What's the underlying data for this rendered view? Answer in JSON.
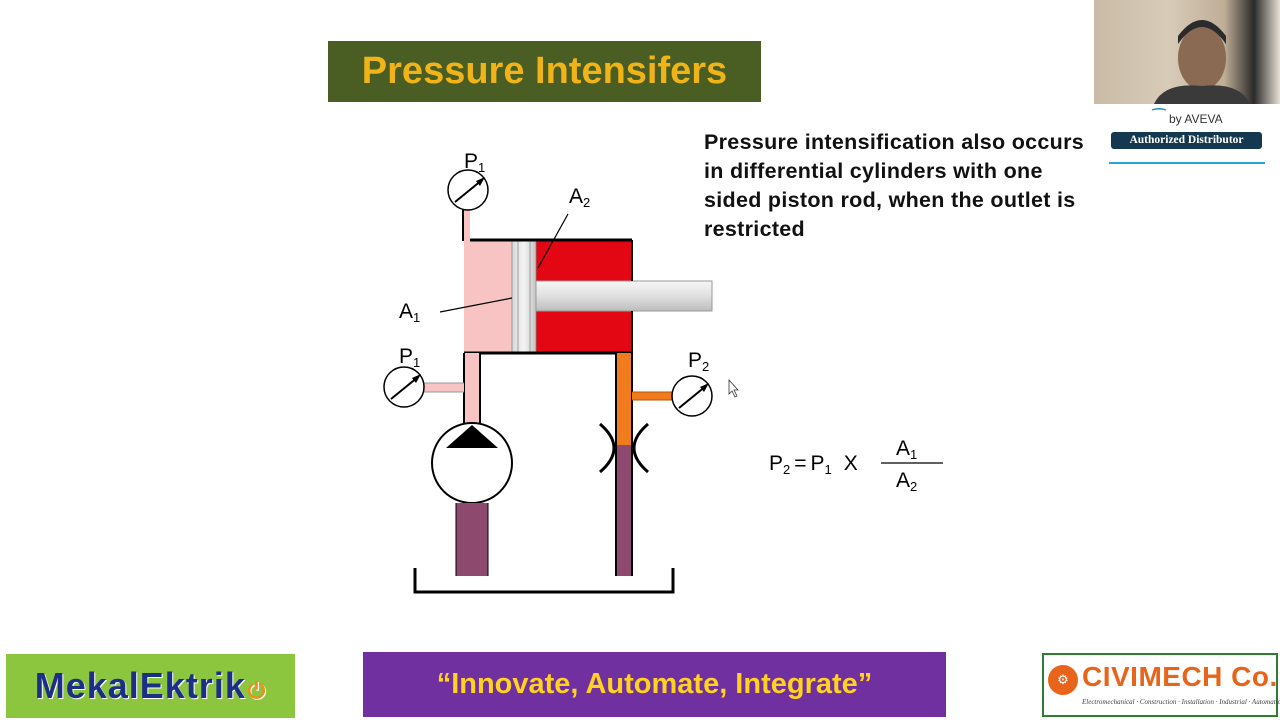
{
  "slide": {
    "title": "Pressure Intensifers",
    "description": "Pressure intensification also occurs in differential cylinders with one sided piston rod, when the outlet is restricted"
  },
  "diagram": {
    "labels": {
      "p": "P",
      "a": "A",
      "one": "1",
      "two": "2"
    },
    "formula": {
      "lhs_symbol": "P",
      "lhs_sub": "2",
      "equals": "=",
      "rhs_symbol": "P",
      "rhs_sub": "1",
      "times": "X",
      "num_symbol": "A",
      "num_sub": "1",
      "den_symbol": "A",
      "den_sub": "2"
    },
    "colors": {
      "pink": "#f7c3c3",
      "red": "#e30613",
      "orange": "#f07c1e",
      "mauve": "#8e4a6e",
      "rod_gray": "#e4e4e4"
    }
  },
  "branding": {
    "aveva_prefix": "by",
    "aveva_name": "AVEVA",
    "authorized": "Authorized Distributor",
    "left_logo": "MekalEktrik",
    "slogan": "“Innovate, Automate, Integrate”",
    "right_logo": "CIVIMECH Co.",
    "right_tagline": "Electromechanical · Construction · Installation · Industrial · Automation"
  }
}
